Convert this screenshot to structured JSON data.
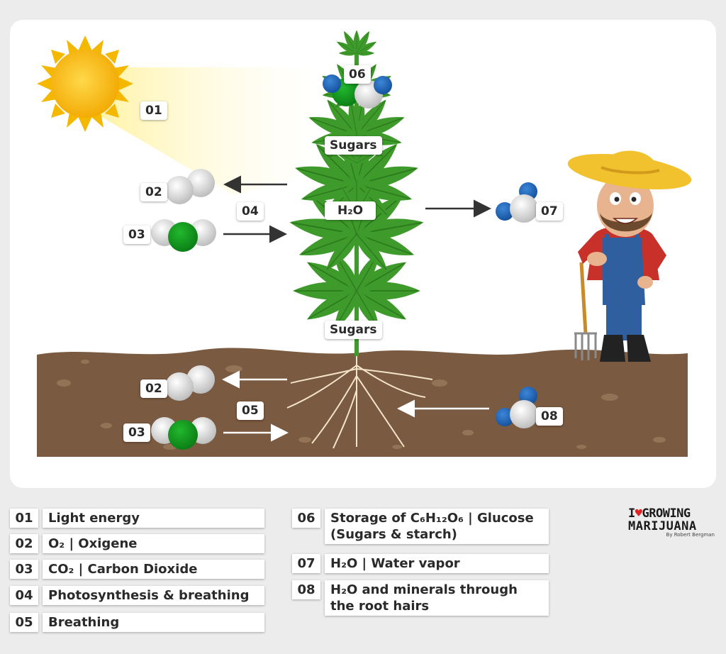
{
  "scene_tags": {
    "t01": "01",
    "t02a": "02",
    "t03a": "03",
    "t04": "04",
    "t06": "06",
    "t07": "07",
    "sugars_top": "Sugars",
    "h2o_middle": "H₂O",
    "sugars_bottom": "Sugars",
    "t02b": "02",
    "t03b": "03",
    "t05": "05",
    "t08": "08"
  },
  "legend": [
    {
      "num": "01",
      "text": "Light energy"
    },
    {
      "num": "02",
      "text": "O₂ | Oxigene"
    },
    {
      "num": "03",
      "text": "CO₂ | Carbon Dioxide"
    },
    {
      "num": "04",
      "text": "Photosynthesis & breathing"
    },
    {
      "num": "05",
      "text": "Breathing"
    },
    {
      "num": "06",
      "text": "Storage of C₆H₁₂O₆ | Glucose",
      "text2": "(Sugars & starch)"
    },
    {
      "num": "07",
      "text": "H₂O | Water vapor"
    },
    {
      "num": "08",
      "text": "H₂O and minerals through",
      "text2": "the root hairs"
    }
  ],
  "logo": {
    "line1_pre": "I",
    "heart": "♥",
    "line1_post": "GROWING",
    "line2": "MARIJUANA",
    "byline": "By Robert Bergman"
  },
  "colors": {
    "soil": "#7a5a40",
    "leaf": "#3e9a2b",
    "sun": "#f5b800",
    "oxygen_atom": "#d6d6d6",
    "carbon_atom": "#0f9a1c",
    "hydrogen_atom": "#1f63b8"
  }
}
